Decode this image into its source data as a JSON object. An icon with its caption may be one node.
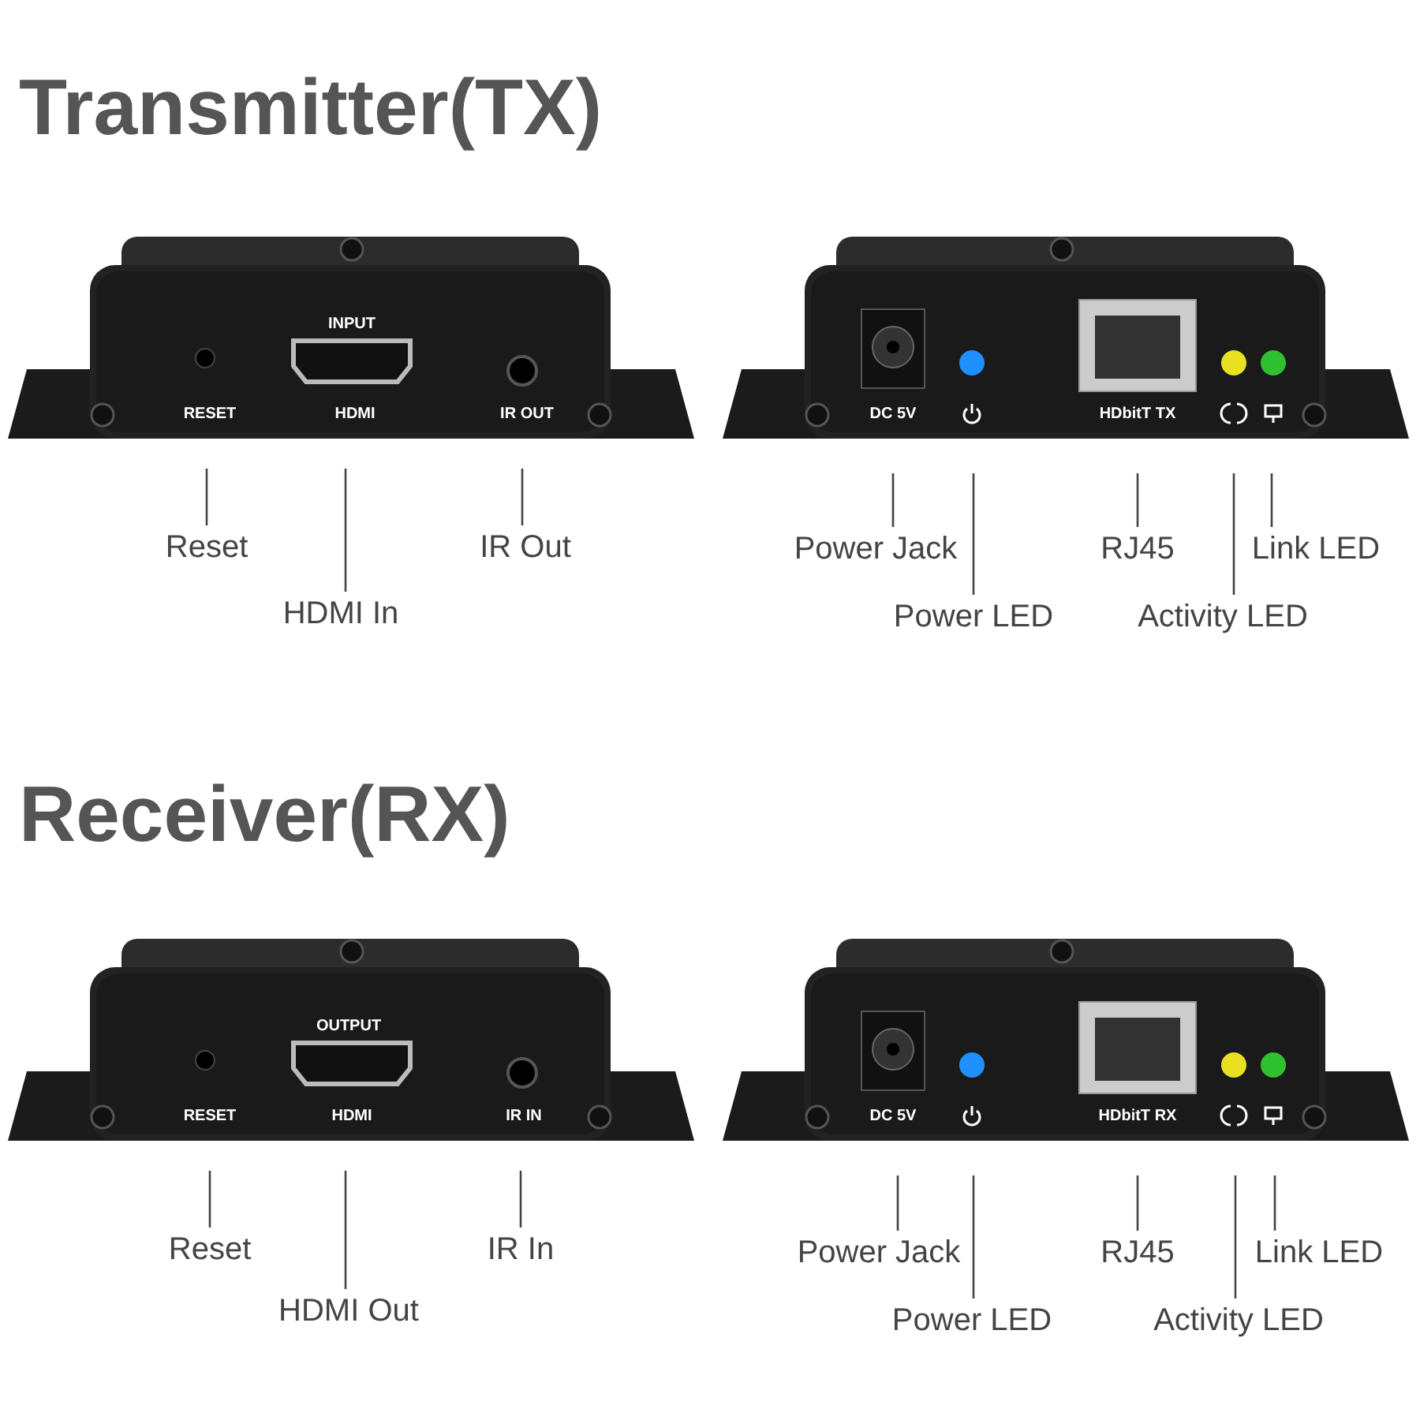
{
  "diagram": {
    "nodes": [
      {
        "text": [
          "Reset"
        ]
      },
      {
        "text": [
          "IR Out"
        ]
      },
      {
        "text": [
          "Power Jack"
        ]
      },
      {
        "text": [
          "RJ45"
        ]
      },
      {
        "text": [
          "Link LED"
        ]
      },
      {
        "text": [
          "HDMI In"
        ]
      },
      {
        "text": [
          "Power LED"
        ]
      },
      {
        "text": [
          "Activity LED"
        ]
      },
      {
        "text": [
          "Reset"
        ]
      },
      {
        "text": [
          "IR In"
        ]
      },
      {
        "text": [
          "Power Jack"
        ]
      },
      {
        "text": [
          "RJ45"
        ]
      },
      {
        "text": [
          "Link LED"
        ]
      },
      {
        "text": [
          "HDMI Out"
        ]
      },
      {
        "text": [
          "Power LED"
        ]
      },
      {
        "text": [
          "Activity LED"
        ]
      }
    ],
    "edges": [
      {
        "from": 0,
        "to": null,
        "arrow": "none"
      },
      {
        "from": 1,
        "to": null,
        "arrow": "none"
      },
      {
        "from": 2,
        "to": null,
        "arrow": "none"
      },
      {
        "from": 3,
        "to": null,
        "arrow": "none"
      },
      {
        "from": 4,
        "to": null,
        "arrow": "none"
      },
      {
        "from": 5,
        "to": null,
        "arrow": "none"
      },
      {
        "from": 6,
        "to": null,
        "arrow": "none"
      },
      {
        "from": 7,
        "to": null,
        "arrow": "none"
      },
      {
        "from": 8,
        "to": null,
        "arrow": "none"
      },
      {
        "from": 9,
        "to": null,
        "arrow": "none"
      },
      {
        "from": 10,
        "to": null,
        "arrow": "none"
      },
      {
        "from": 11,
        "to": null,
        "arrow": "none"
      },
      {
        "from": 12,
        "to": null,
        "arrow": "none"
      },
      {
        "from": 13,
        "to": null,
        "arrow": "none"
      },
      {
        "from": 14,
        "to": null,
        "arrow": "none"
      },
      {
        "from": 15,
        "to": null,
        "arrow": "none"
      }
    ],
    "labels": [
      "Transmitter(TX)",
      "INPUT",
      "RESET",
      "HDMI",
      "IR OUT",
      "DC 5V",
      "HDbitT TX",
      "Receiver(RX)",
      "OUTPUT",
      "RESET",
      "HDMI",
      "IR IN",
      "DC 5V",
      "HDbitT RX"
    ]
  }
}
